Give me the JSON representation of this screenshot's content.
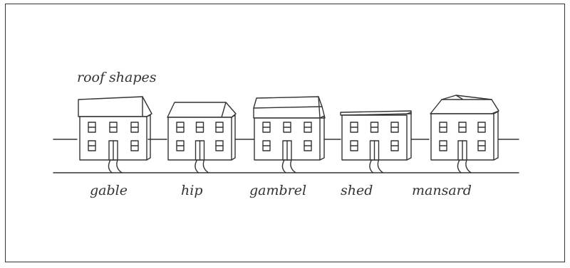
{
  "diagram": {
    "title": "roof shapes",
    "houses": [
      {
        "label": "gable"
      },
      {
        "label": "hip"
      },
      {
        "label": "gambrel"
      },
      {
        "label": "shed"
      },
      {
        "label": "mansard"
      }
    ],
    "colors": {
      "stroke": "#333333",
      "background": "#ffffff"
    }
  }
}
